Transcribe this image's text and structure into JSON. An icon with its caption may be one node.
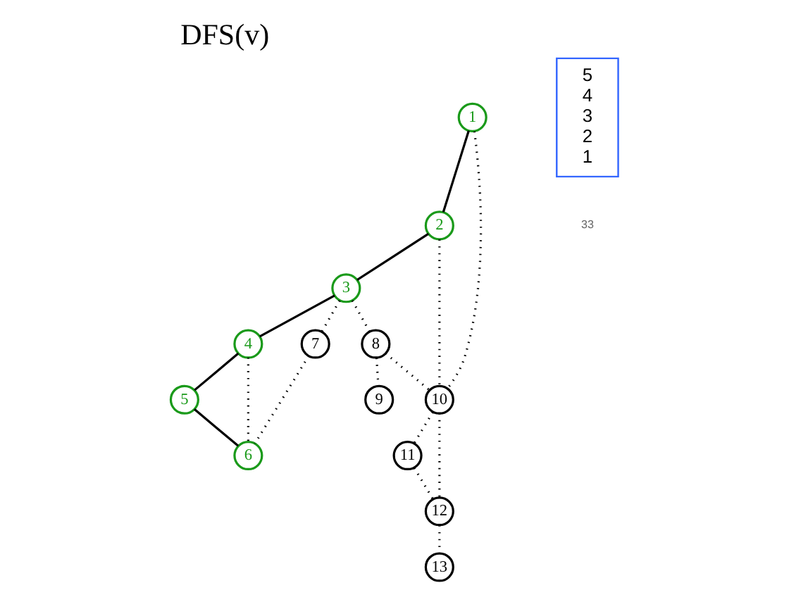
{
  "diagram": {
    "title": "DFS(v)",
    "nodes": [
      {
        "text": [
          "1"
        ]
      },
      {
        "text": [
          "2"
        ]
      },
      {
        "text": [
          "3"
        ]
      },
      {
        "text": [
          "4"
        ]
      },
      {
        "text": [
          "5"
        ]
      },
      {
        "text": [
          "6"
        ]
      },
      {
        "text": [
          "7"
        ]
      },
      {
        "text": [
          "8"
        ]
      },
      {
        "text": [
          "9"
        ]
      },
      {
        "text": [
          "10"
        ]
      },
      {
        "text": [
          "11"
        ]
      },
      {
        "text": [
          "12"
        ]
      },
      {
        "text": [
          "13"
        ]
      },
      {
        "text": [
          "5",
          "4",
          "3",
          "2",
          "1"
        ]
      }
    ],
    "edges": [
      {
        "from": 0,
        "to": 1,
        "arrow": "none"
      },
      {
        "from": 0,
        "to": 9,
        "arrow": "none",
        "style": "dashed"
      },
      {
        "from": 1,
        "to": 2,
        "arrow": "none"
      },
      {
        "from": 1,
        "to": 9,
        "arrow": "none",
        "style": "dashed"
      },
      {
        "from": 2,
        "to": 3,
        "arrow": "none"
      },
      {
        "from": 2,
        "to": 6,
        "arrow": "none",
        "style": "dashed"
      },
      {
        "from": 2,
        "to": 7,
        "arrow": "none",
        "style": "dashed"
      },
      {
        "from": 7,
        "to": 9,
        "arrow": "none",
        "style": "dashed"
      },
      {
        "from": 7,
        "to": 8,
        "arrow": "none",
        "style": "dashed"
      },
      {
        "from": 6,
        "to": 5,
        "arrow": "none",
        "style": "dashed"
      },
      {
        "from": 3,
        "to": 5,
        "arrow": "none",
        "style": "dashed"
      },
      {
        "from": 3,
        "to": 4,
        "arrow": "none"
      },
      {
        "from": 4,
        "to": 5,
        "arrow": "none"
      },
      {
        "from": 9,
        "to": 10,
        "arrow": "none",
        "style": "dashed"
      },
      {
        "from": 9,
        "to": 11,
        "arrow": "none",
        "style": "dashed"
      },
      {
        "from": 10,
        "to": 11,
        "arrow": "none",
        "style": "dashed"
      },
      {
        "from": 11,
        "to": 12,
        "arrow": "none",
        "style": "dashed"
      }
    ],
    "labels": [
      "33"
    ]
  }
}
